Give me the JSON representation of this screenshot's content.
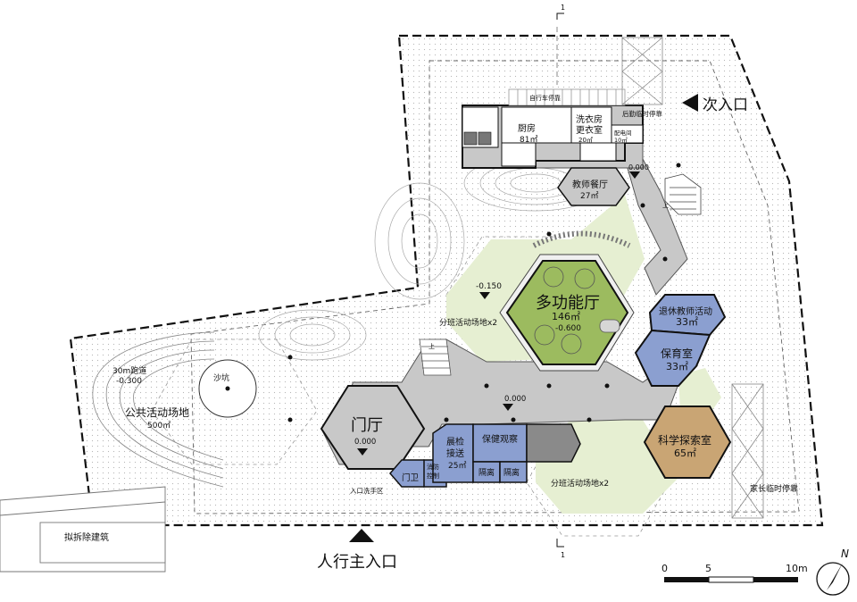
{
  "labels": {
    "secondary_entrance": "次入口",
    "main_entrance": "人行主入口",
    "demolish": "拟拆除建筑",
    "bike_parking": "自行车停靠",
    "logistics_parking": "后勤临时停靠",
    "kitchen": "厨房",
    "kitchen_area": "81㎡",
    "laundry_1": "洗衣房",
    "laundry_2": "更衣室",
    "laundry_area": "20㎡",
    "power_room": "配电间",
    "power_area": "10㎡",
    "staff_dining": "教师餐厅",
    "staff_dining_area": "27㎡",
    "multipurpose": "多功能厅",
    "multipurpose_area": "146㎡",
    "multipurpose_level": "-0.600",
    "class_play_1": "分班活动场地x2",
    "class_play_2": "分班活动场地x2",
    "retired_teacher": "退休教师活动",
    "retired_teacher_area": "33㎡",
    "childcare": "保育室",
    "childcare_area": "33㎡",
    "science": "科学探索室",
    "science_area": "65㎡",
    "parent_parking": "家长临时停靠",
    "lobby": "门厅",
    "lobby_level": "0.000",
    "corridor_level": "0.000",
    "top_level": "0.000",
    "plaza_level": "-0.150",
    "guard": "门卫",
    "fire_control_1": "消防",
    "fire_control_2": "控制",
    "morning_check_1": "晨检",
    "morning_check_2": "接送",
    "morning_check_area": "25㎡",
    "health_obs": "保健观察",
    "isolation_1": "隔离",
    "isolation_2": "隔离",
    "hand_wash": "入口洗手区",
    "sandpit": "沙坑",
    "public_play": "公共活动场地",
    "public_play_area": "500㎡",
    "track": "30m跑道",
    "track_level": "-0.300",
    "section_mark_top": "1",
    "section_mark_bottom": "1",
    "up_1": "上",
    "up_2": "上",
    "scale_0": "0",
    "scale_5": "5",
    "scale_10": "10m",
    "north": "N"
  },
  "colors": {
    "circulation": "#c8c8c8",
    "green_zone": "#e6efd2",
    "multipurpose_fill": "#9cbb5f",
    "blue_room": "#8b9fd0",
    "science_fill": "#c9a574",
    "dark_room": "#8a8a8a",
    "outline": "#111111"
  }
}
